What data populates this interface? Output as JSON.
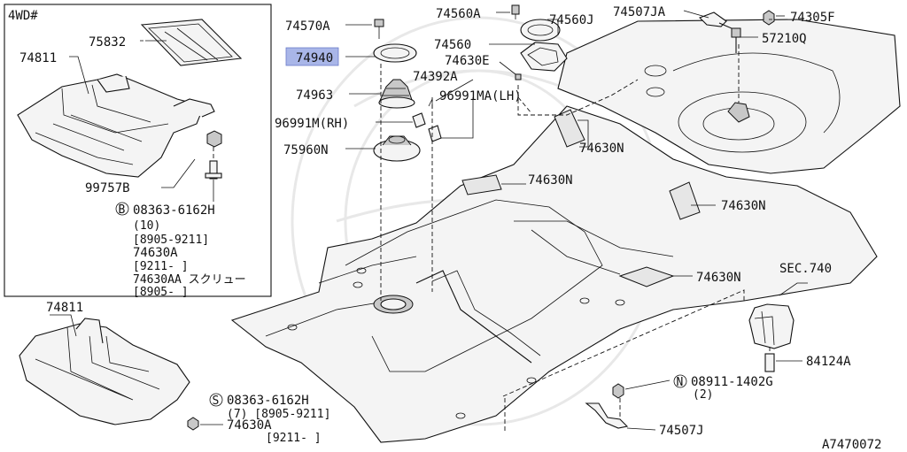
{
  "diagram": {
    "box_title": "4WD#",
    "figure_id": "A7470072",
    "callouts": {
      "p75832": "75832",
      "p74811_top": "74811",
      "p99757b": "99757B",
      "b_symbol": "B",
      "b_part": "08363-6162H",
      "b_qty": "(10)",
      "b_date1": "[8905-9211]",
      "b_sub1": "74630A",
      "b_date2": "[9211-     ]",
      "b_sub2": "74630AA スクリュー",
      "b_date3": "[8905-     ]",
      "p74811_bottom": "74811",
      "s_symbol": "S",
      "s_part": "08363-6162H",
      "s_qty": "(7) [8905-9211]",
      "s_sub": "74630A",
      "s_date": "[9211-     ]",
      "p74570a": "74570A",
      "p74940": "74940",
      "p74963": "74963",
      "p96991m_rh": "96991M(RH)",
      "p75960n": "75960N",
      "p74560a": "74560A",
      "p74560j": "74560J",
      "p74560": "74560",
      "p74630e": "74630E",
      "p74392a": "74392A",
      "p96991ma_lh": "96991MA(LH)",
      "p74507ja": "74507JA",
      "p74305f": "74305F",
      "p57210q": "57210Q",
      "p74630n_1": "74630N",
      "p74630n_2": "74630N",
      "p74630n_3": "74630N",
      "p74630n_4": "74630N",
      "sec740": "SEC.740",
      "p84124a": "84124A",
      "n_symbol": "N",
      "n_part": "08911-1402G",
      "n_qty": "(2)",
      "p74507j": "74507J"
    },
    "highlight_color": "#a9b6e8"
  }
}
